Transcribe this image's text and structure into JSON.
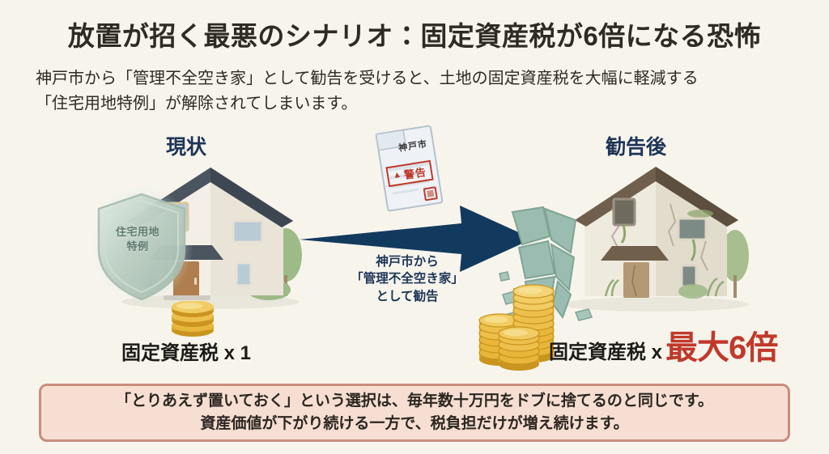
{
  "theme": {
    "background": "#f7f4ec",
    "title_color": "#2e2a24",
    "accent_navy": "#1d3557",
    "accent_red": "#c0392b",
    "callout_bg": "#f6ded2",
    "callout_border": "#c98d7d",
    "shield_text_color": "#5e7a6e",
    "coin_gold": "#e8b73a"
  },
  "header": {
    "title": "放置が招く最悪のシナリオ：固定資産税が6倍になる恐怖",
    "subtitle_line1": "神戸市から「管理不全空き家」として勧告を受けると、土地の固定資産税を大幅に軽減する",
    "subtitle_line2": "「住宅用地特例」が解除されてしまいます。"
  },
  "before": {
    "label": "現状",
    "shield_line1": "住宅用地",
    "shield_line2": "特例",
    "house_icon": "intact-house-icon",
    "shield_icon": "shield-icon",
    "coins_icon": "coin-stack-small-icon",
    "coin_stacks": [
      3
    ],
    "tax_label": "固定資産税 x 1"
  },
  "transition": {
    "document_icon": "warning-notice-document-icon",
    "document_sender": "神戸市",
    "document_stamp": "警告",
    "document_stamp_icon": "warning-triangle-icon",
    "arrow_icon": "right-arrow-icon",
    "caption_line1": "神戸市から",
    "caption_line2": "「管理不全空き家」",
    "caption_line3": "として勧告"
  },
  "after": {
    "label": "勧告後",
    "house_icon": "dilapidated-house-icon",
    "shield_icon": "broken-shield-icon",
    "coins_icon": "coin-stack-large-icon",
    "coin_stacks": [
      6,
      10,
      8
    ],
    "tax_label_prefix": "固定資産税 x",
    "tax_label_emphasis": "最大6倍"
  },
  "callout": {
    "line1": "「とりあえず置いておく」という選択は、毎年数十万円をドブに捨てるのと同じです。",
    "line2": "資産価値が下がり続ける一方で、税負担だけが増え続けます。"
  }
}
